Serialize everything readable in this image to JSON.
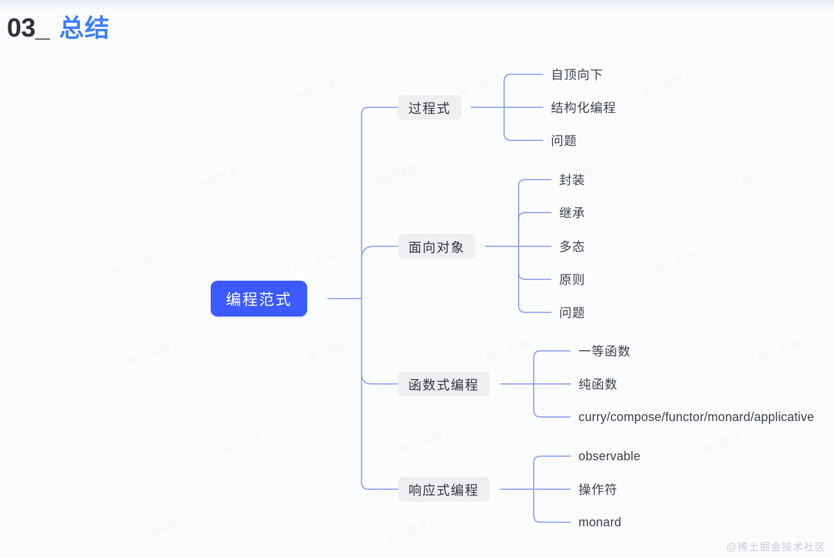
{
  "header": {
    "number": "03",
    "underscore": "_",
    "title": "总结"
  },
  "colors": {
    "root_node_bg": "#3d5afe",
    "root_node_text": "#ffffff",
    "branch_node_bg": "#eeeff1",
    "branch_node_text": "#33363c",
    "leaf_text": "#3c4049",
    "connector": "#8fa4ef",
    "title_accent": "#3d7dfc",
    "page_bg": "#fbfcfd"
  },
  "mindmap": {
    "root": {
      "label": "编程范式"
    },
    "branches": [
      {
        "label": "过程式",
        "children": [
          {
            "label": "自顶向下"
          },
          {
            "label": "结构化编程"
          },
          {
            "label": "问题"
          }
        ]
      },
      {
        "label": "面向对象",
        "children": [
          {
            "label": "封装"
          },
          {
            "label": "继承"
          },
          {
            "label": "多态"
          },
          {
            "label": "原则"
          },
          {
            "label": "问题"
          }
        ]
      },
      {
        "label": "函数式编程",
        "children": [
          {
            "label": "一等函数"
          },
          {
            "label": "纯函数"
          },
          {
            "label": "curry/compose/functor/monard/applicative"
          }
        ]
      },
      {
        "label": "响应式编程",
        "children": [
          {
            "label": "observable"
          },
          {
            "label": "操作符"
          },
          {
            "label": "monard"
          }
        ]
      }
    ]
  },
  "watermarks": {
    "corner": "@稀土掘金技术社区",
    "canvas_text": "稀土掘金"
  }
}
